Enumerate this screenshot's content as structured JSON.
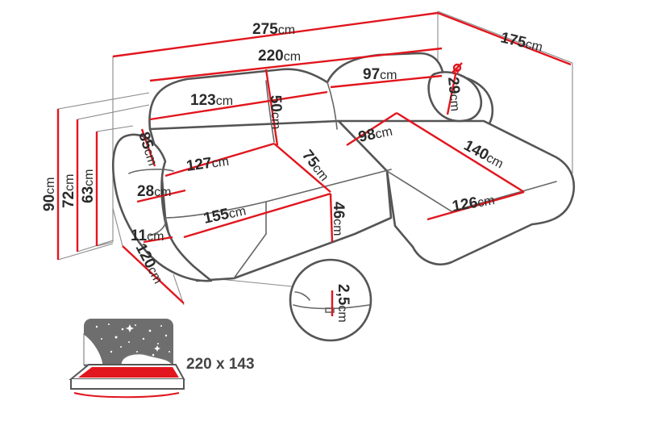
{
  "dimensions": {
    "total_length": "275",
    "depth_right": "175",
    "seat_back_length": "220",
    "left_back_width": "123",
    "right_back_width": "97",
    "pillow_diameter_symbol": "ø",
    "pillow_diameter": "29",
    "back_height_inner": "50",
    "left_arm_depth": "85",
    "left_seat_depth": "127",
    "seat_depth": "75",
    "chaise_width": "98",
    "chaise_length": "140",
    "chaise_front": "126",
    "arm_width": "28",
    "front_length": "155",
    "seat_height": "46",
    "arm_top": "11",
    "side_depth": "120",
    "total_height": "90",
    "back_height": "72",
    "arm_height": "63",
    "cushion_thickness": "2,5",
    "unit": "cm"
  },
  "bed": {
    "size_label": "220 x 143"
  },
  "icons": {
    "bed_function": "sleeping-function-icon",
    "detail_zoom": "detail-magnifier-icon"
  },
  "colors": {
    "dimension_line": "#e1161e",
    "outline": "#555555",
    "bed_sky": "#6e6e6e"
  }
}
